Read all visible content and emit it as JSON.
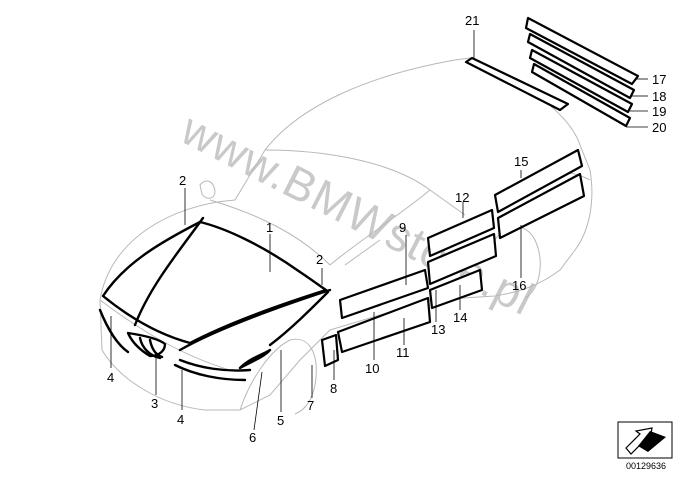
{
  "watermark": "www.BMWstore.pl",
  "document_id": "00129636",
  "icons": [
    "arrow-legend-icon"
  ],
  "callouts": [
    "1",
    "2",
    "2",
    "3",
    "4",
    "4",
    "5",
    "6",
    "7",
    "8",
    "9",
    "10",
    "11",
    "12",
    "13",
    "14",
    "15",
    "16",
    "17",
    "18",
    "19",
    "20",
    "21"
  ]
}
